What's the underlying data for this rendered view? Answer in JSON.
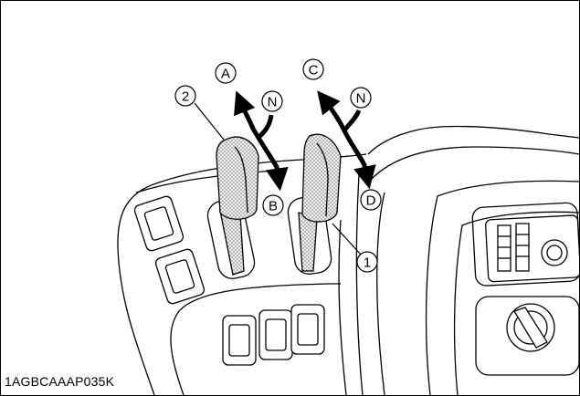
{
  "callouts": {
    "lever_1": "1",
    "lever_2": "2"
  },
  "positions": {
    "a": "A",
    "b": "B",
    "c": "C",
    "d": "D",
    "n_left": "N",
    "n_right": "N"
  },
  "figure_code": "1AGBCAAAP035K"
}
